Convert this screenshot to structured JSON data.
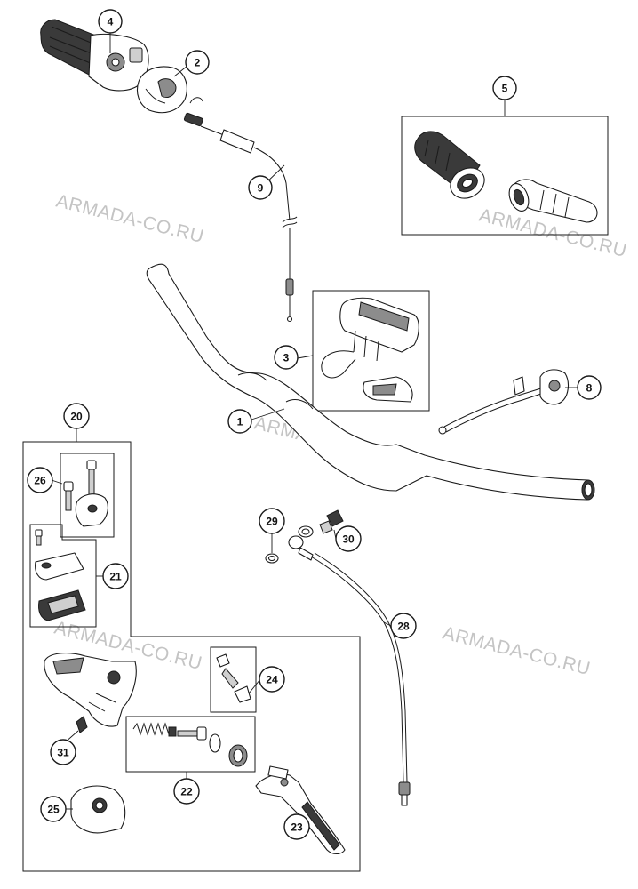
{
  "watermark": "ARMADA-CO.RU",
  "callouts": [
    {
      "id": "c1",
      "label": "1"
    },
    {
      "id": "c2",
      "label": "2"
    },
    {
      "id": "c3",
      "label": "3"
    },
    {
      "id": "c4",
      "label": "4"
    },
    {
      "id": "c5",
      "label": "5"
    },
    {
      "id": "c8",
      "label": "8"
    },
    {
      "id": "c9",
      "label": "9"
    },
    {
      "id": "c20",
      "label": "20"
    },
    {
      "id": "c21",
      "label": "21"
    },
    {
      "id": "c22",
      "label": "22"
    },
    {
      "id": "c23",
      "label": "23"
    },
    {
      "id": "c24",
      "label": "24"
    },
    {
      "id": "c25",
      "label": "25"
    },
    {
      "id": "c26",
      "label": "26"
    },
    {
      "id": "c28",
      "label": "28"
    },
    {
      "id": "c29",
      "label": "29"
    },
    {
      "id": "c30",
      "label": "30"
    },
    {
      "id": "c31",
      "label": "31"
    }
  ]
}
